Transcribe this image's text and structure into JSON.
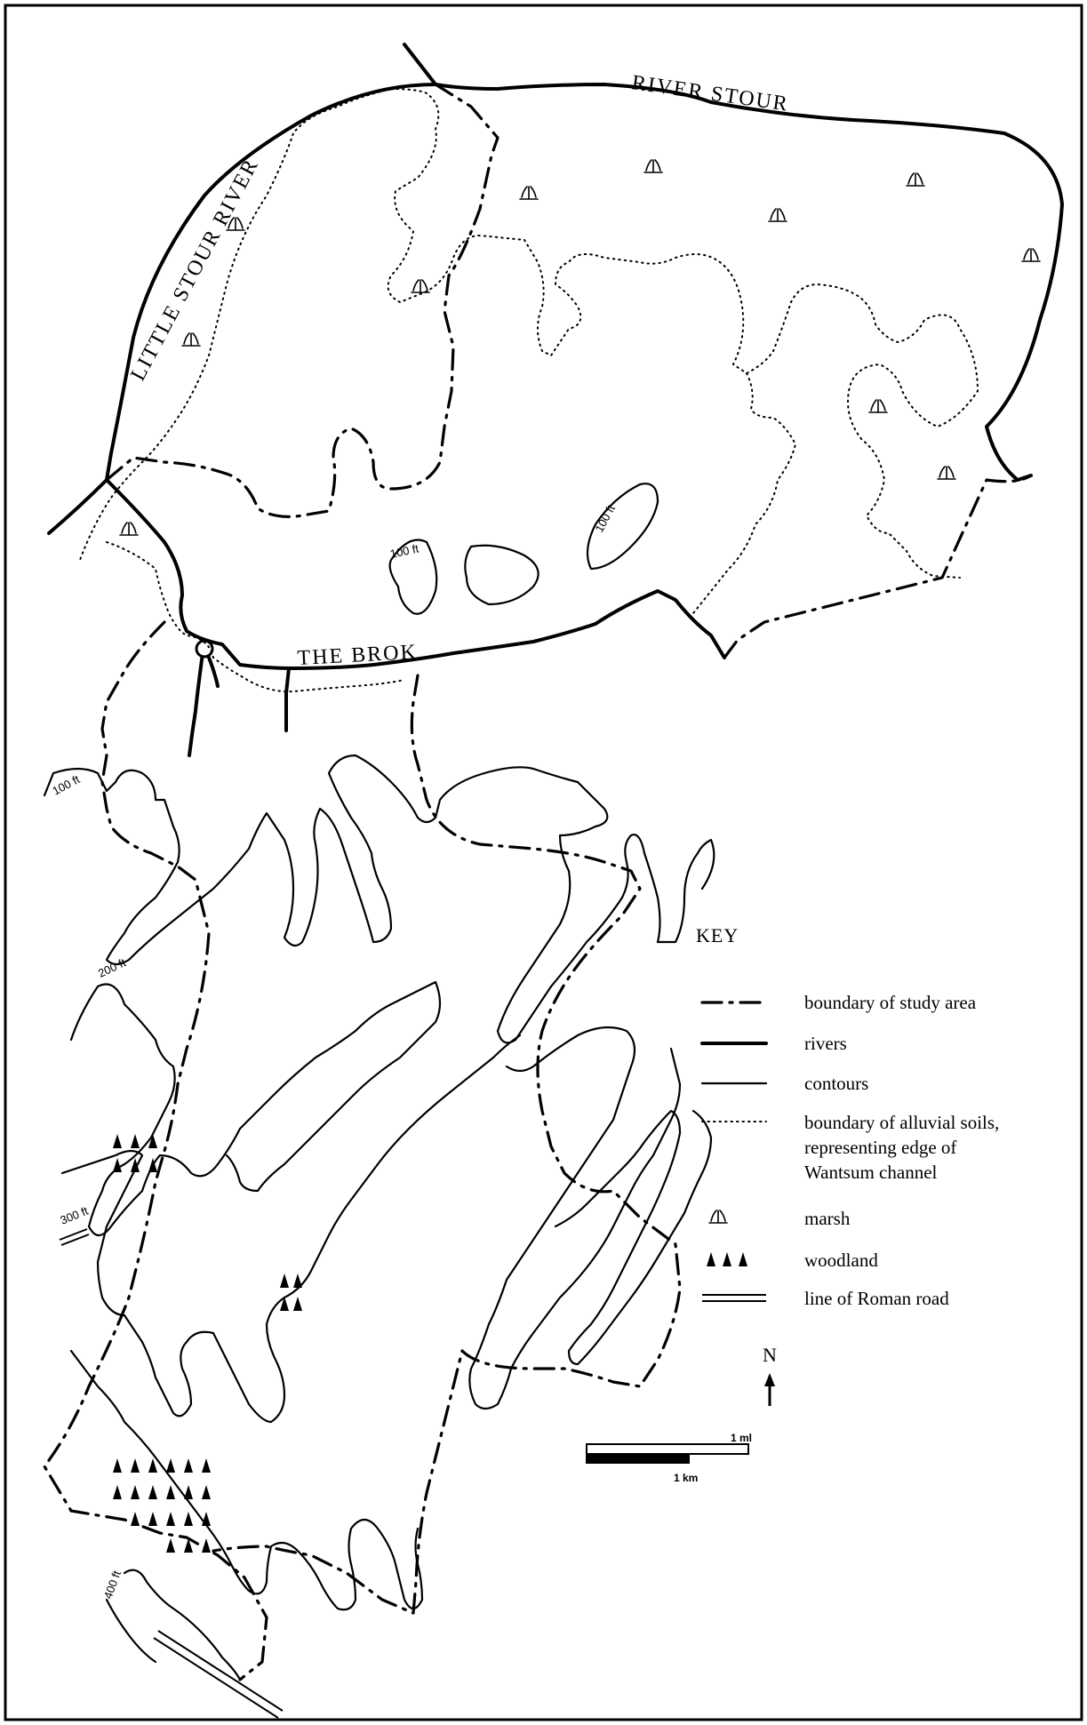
{
  "labels": {
    "river_stour": "RIVER STOUR",
    "little_stour": "LITTLE STOUR RIVER",
    "the_brok": "THE BROK",
    "contours": [
      "100 ft",
      "100 ft",
      "100 ft",
      "200 ft",
      "300 ft",
      "400 ft"
    ]
  },
  "key": {
    "title": "KEY",
    "items": [
      {
        "symbol": "boundary",
        "label": "boundary of study area"
      },
      {
        "symbol": "river",
        "label": "rivers"
      },
      {
        "symbol": "contour",
        "label": "contours"
      },
      {
        "symbol": "alluvial",
        "label_lines": [
          "boundary of alluvial soils,",
          "representing edge of",
          "Wantsum channel"
        ]
      },
      {
        "symbol": "marsh-icon",
        "label": "marsh"
      },
      {
        "symbol": "woodland-icon",
        "label": "woodland"
      },
      {
        "symbol": "roman-road",
        "label": "line of Roman road"
      }
    ]
  },
  "north": "N",
  "scale": {
    "miles_label": "1 ml",
    "km_label": "1 km"
  }
}
